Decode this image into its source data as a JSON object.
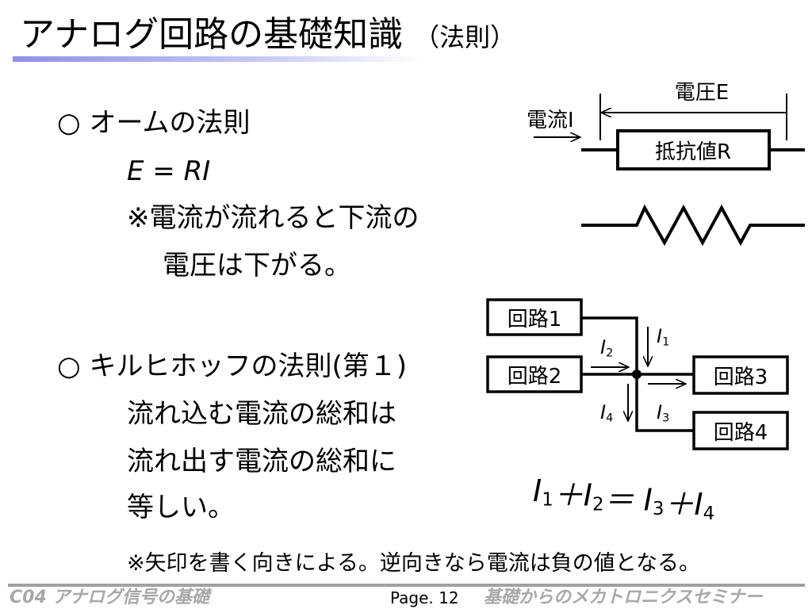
{
  "title": {
    "main": "アナログ回路の基礎知識",
    "sub": "（法則）"
  },
  "ohm": {
    "heading": "○ オームの法則",
    "formula": "E = RI",
    "note_line1": "※電流が流れると下流の",
    "note_line2": "電圧は下がる。",
    "diagram": {
      "voltage_label": "電圧E",
      "current_label": "電流I",
      "resistor_label": "抵抗値R"
    }
  },
  "kirchhoff": {
    "heading": "○ キルヒホッフの法則(第１)",
    "line1": "流れ込む電流の総和は",
    "line2": "流れ出す電流の総和に",
    "line3": "等しい。",
    "diagram": {
      "circuits": [
        "回路1",
        "回路2",
        "回路3",
        "回路4"
      ],
      "currents": [
        "I1",
        "I2",
        "I3",
        "I4"
      ],
      "equation": "I1＋I2＝ I3＋I4"
    }
  },
  "note": "※矢印を書く向きによる。逆向きなら電流は負の値となる。",
  "footer": {
    "left": "C04 アナログ信号の基礎",
    "page": "Page. 12",
    "right": "基礎からのメカトロニクスセミナー"
  }
}
